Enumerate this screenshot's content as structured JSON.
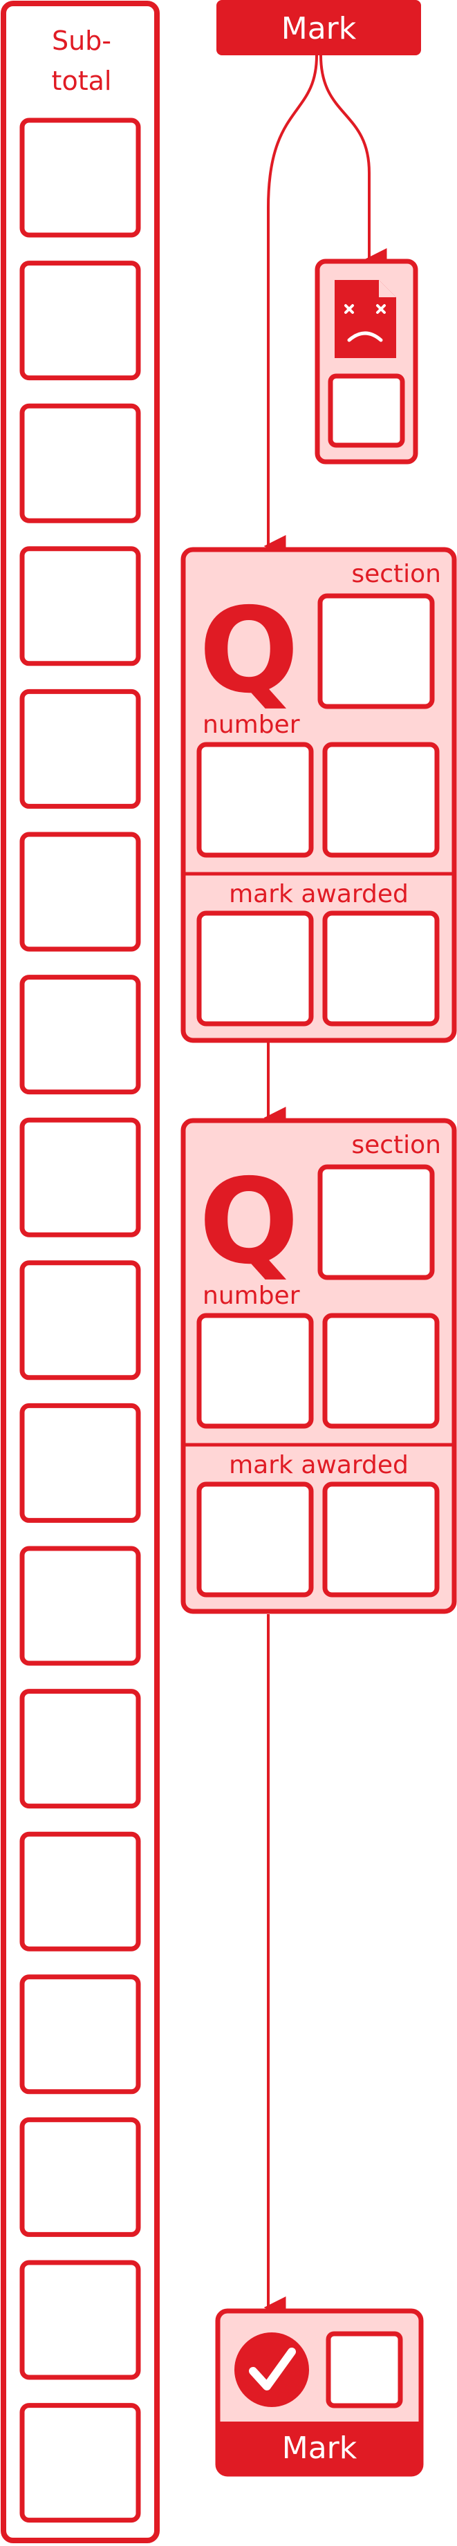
{
  "colors": {
    "accent": "#e01b24",
    "panel_fill": "#ffd6d6",
    "background": "#ffffff"
  },
  "subtotal": {
    "label_line1": "Sub-",
    "label_line2": "total",
    "box_count": 17
  },
  "top": {
    "mark_label": "Mark"
  },
  "error_card": {
    "icon": "sad-document-icon"
  },
  "question_cards": [
    {
      "icon_letter": "Q",
      "section_label": "section",
      "number_label": "number",
      "mark_awarded_label": "mark awarded"
    },
    {
      "icon_letter": "Q",
      "section_label": "section",
      "number_label": "number",
      "mark_awarded_label": "mark awarded"
    }
  ],
  "bottom": {
    "icon": "check-circle-icon",
    "mark_label": "Mark"
  }
}
